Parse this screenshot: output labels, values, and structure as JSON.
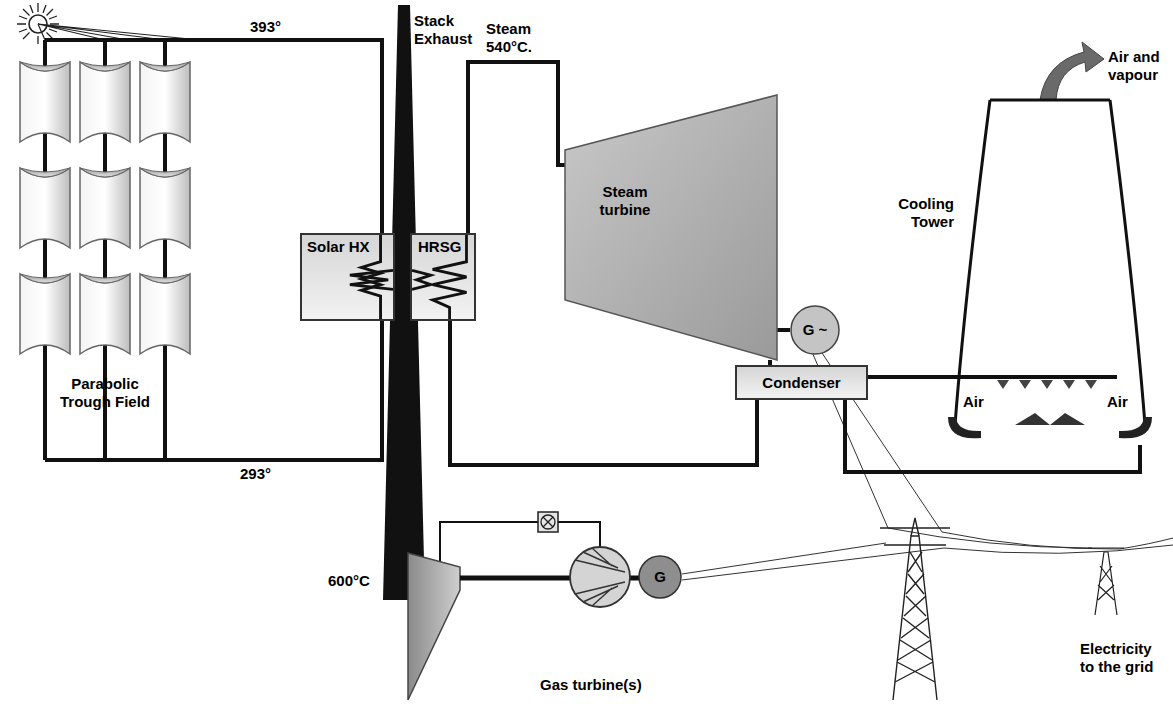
{
  "diagram": {
    "nodes": [
      {
        "text": [
          "Solar HX"
        ]
      },
      {
        "text": [
          "HRSG"
        ]
      },
      {
        "text": [
          "Steam turbine"
        ]
      },
      {
        "text": [
          "G ~"
        ]
      },
      {
        "text": [
          "Condenser"
        ]
      },
      {
        "text": [
          "Cooling Tower",
          "Air",
          "Air"
        ]
      },
      {
        "text": [
          "G"
        ]
      }
    ],
    "edges": [
      {
        "from": 0,
        "to": 1,
        "arrow": "none"
      },
      {
        "from": 0,
        "to": 1,
        "arrow": "none"
      },
      {
        "from": 1,
        "to": 2,
        "arrow": "none"
      },
      {
        "from": 2,
        "to": 3,
        "arrow": "none"
      },
      {
        "from": 2,
        "to": 4,
        "arrow": "none"
      },
      {
        "from": 4,
        "to": 1,
        "arrow": "none"
      },
      {
        "from": 4,
        "to": 5,
        "arrow": "none"
      },
      {
        "from": 4,
        "to": 5,
        "arrow": "none"
      }
    ],
    "labels": [
      "393°",
      "293°",
      "Parabolic Trough Field",
      "Stack Exhaust",
      "Steam 540°C.",
      "600°C",
      "Gas turbine(s)",
      "Air and vapour",
      "Electricity to the grid"
    ]
  }
}
